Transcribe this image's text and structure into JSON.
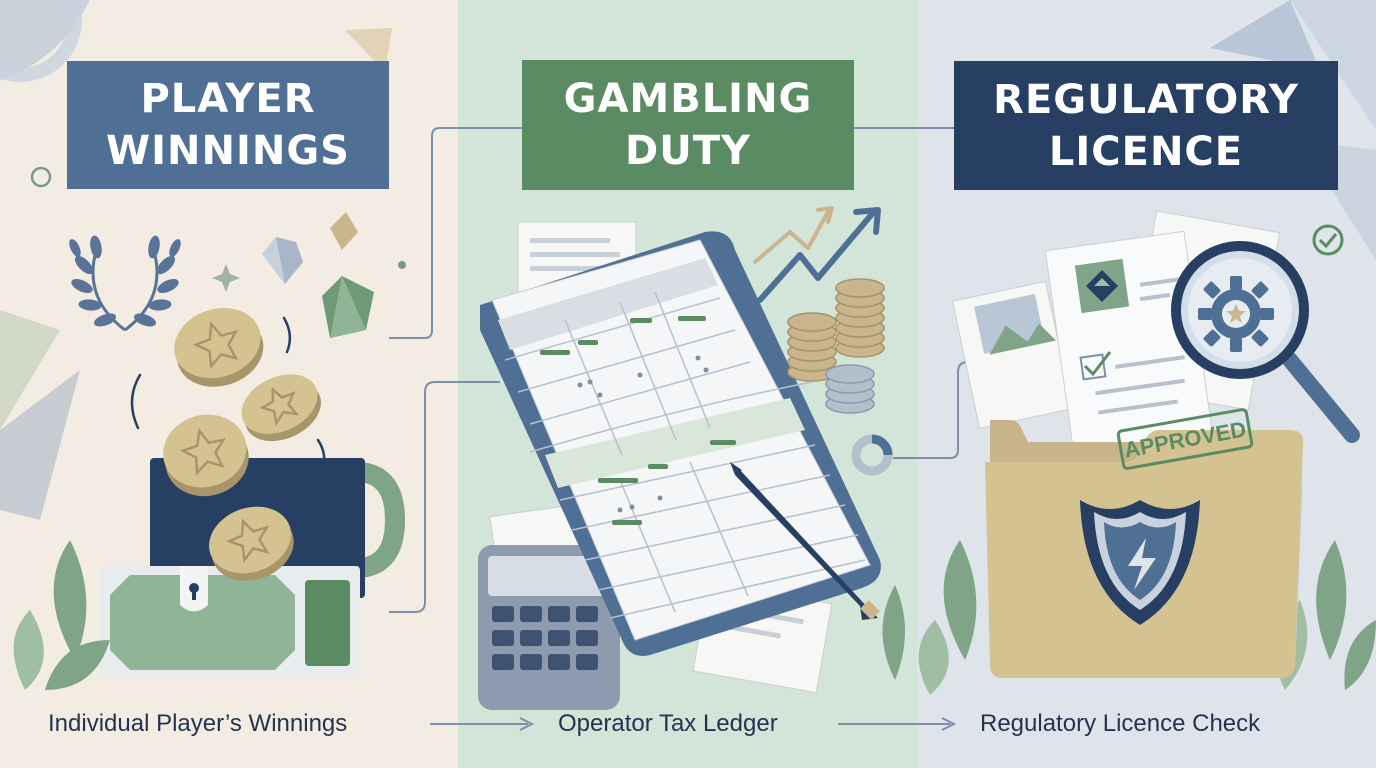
{
  "panels": [
    {
      "title_line1": "PLAYER",
      "title_line2": "WINNINGS",
      "caption": "Individual Player’s Winnings",
      "title_color": "#4f6f95",
      "background": "#f3ece2"
    },
    {
      "title_line1": "GAMBLING",
      "title_line2": "DUTY",
      "caption": "Operator Tax Ledger",
      "title_color": "#5b8b63",
      "background": "#d3e4d8"
    },
    {
      "title_line1": "REGULATORY",
      "title_line2": "LICENCE",
      "caption": "Regulatory Licence Check",
      "title_color": "#263f63",
      "background": "#dfe4ea"
    }
  ],
  "stamp_text": "APPROVED",
  "icons": [
    "laurel-wreath-icon",
    "gold-coin-icon",
    "treasure-chest-icon",
    "gem-icon",
    "ledger-book-icon",
    "calculator-icon",
    "pen-icon",
    "coin-stack-icon",
    "trend-arrow-icon",
    "document-icon",
    "magnifier-gear-icon",
    "folder-icon",
    "shield-icon",
    "checkmark-icon"
  ]
}
